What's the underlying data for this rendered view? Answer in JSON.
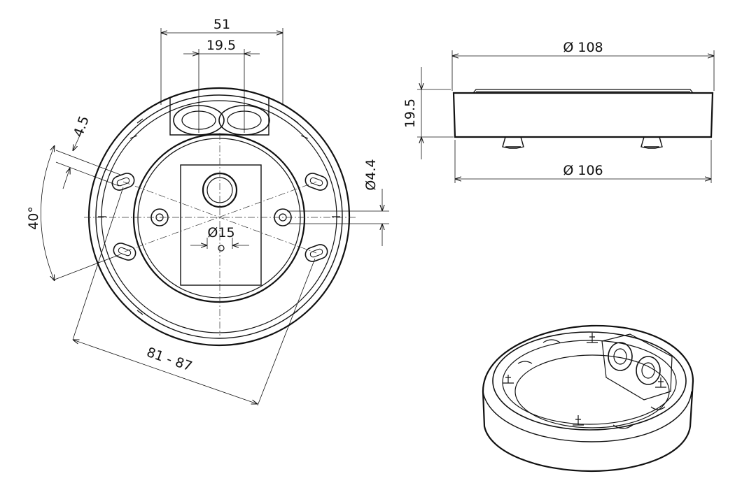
{
  "dimensions": {
    "width_51": "51",
    "width_19_5": "19.5",
    "slot_4_5": "4.5",
    "angle_40": "40°",
    "hole_dia_4_4": "Ø4.4",
    "hole_dia_15": "Ø15",
    "hole_spacing": "81 - 87",
    "outer_dia_top": "Ø 108",
    "height_19_5": "19.5",
    "outer_dia_bottom": "Ø 106"
  },
  "colors": {
    "line": "#111111",
    "background": "#ffffff"
  }
}
